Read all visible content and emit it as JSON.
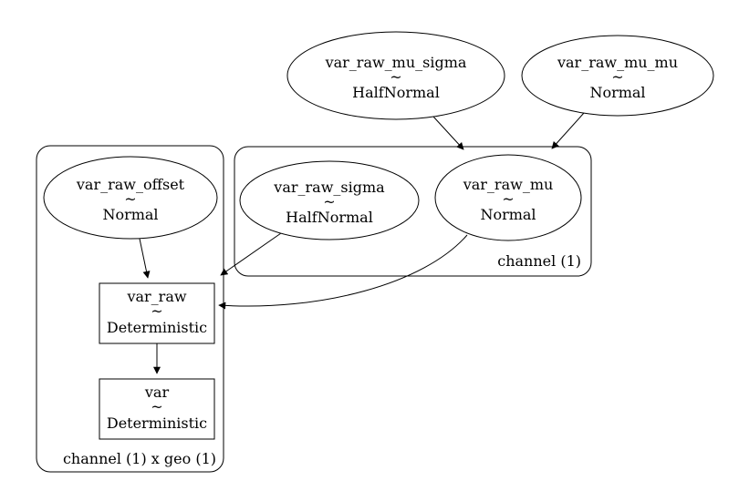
{
  "diagram": {
    "type": "probabilistic-model-graph",
    "colors": {
      "background": "#ffffff",
      "stroke": "#000000",
      "text": "#000000"
    },
    "nodes": {
      "var_raw_mu_sigma": {
        "name": "var_raw_mu_sigma",
        "relation": "~",
        "distribution": "HalfNormal",
        "shape": "ellipse"
      },
      "var_raw_mu_mu": {
        "name": "var_raw_mu_mu",
        "relation": "~",
        "distribution": "Normal",
        "shape": "ellipse"
      },
      "var_raw_offset": {
        "name": "var_raw_offset",
        "relation": "~",
        "distribution": "Normal",
        "shape": "ellipse"
      },
      "var_raw_sigma": {
        "name": "var_raw_sigma",
        "relation": "~",
        "distribution": "HalfNormal",
        "shape": "ellipse"
      },
      "var_raw_mu": {
        "name": "var_raw_mu",
        "relation": "~",
        "distribution": "Normal",
        "shape": "ellipse"
      },
      "var_raw": {
        "name": "var_raw",
        "relation": "~",
        "distribution": "Deterministic",
        "shape": "rectangle"
      },
      "var": {
        "name": "var",
        "relation": "~",
        "distribution": "Deterministic",
        "shape": "rectangle"
      }
    },
    "plates": {
      "channel": {
        "label": "channel (1)"
      },
      "channel_geo": {
        "label": "channel (1) x geo (1)"
      }
    },
    "edges": [
      {
        "from": "var_raw_mu_sigma",
        "to": "var_raw_mu"
      },
      {
        "from": "var_raw_mu_mu",
        "to": "var_raw_mu"
      },
      {
        "from": "var_raw_offset",
        "to": "var_raw"
      },
      {
        "from": "var_raw_sigma",
        "to": "var_raw"
      },
      {
        "from": "var_raw_mu",
        "to": "var_raw"
      },
      {
        "from": "var_raw",
        "to": "var"
      }
    ]
  }
}
